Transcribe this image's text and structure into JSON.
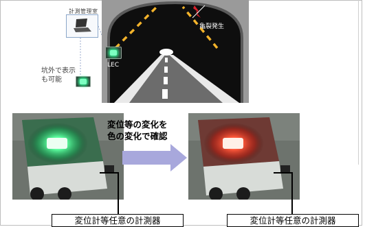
{
  "diagram": {
    "control_room_label": "計測管理室",
    "crack_label": "亀裂発生",
    "lec_label": "LEC",
    "outside_display_label": "坑外で表示\nも可能"
  },
  "caption": {
    "line1": "変位等の変化を",
    "line2": "色の変化で確認"
  },
  "device_labels": {
    "left": "変位計等任意の計測器",
    "right": "変位計等任意の計測器"
  },
  "colors": {
    "green_state": "#3dff8f",
    "red_state": "#ff3b2a",
    "arrow": "#a8a8dc",
    "tunnel_line": "#f3b32b"
  }
}
